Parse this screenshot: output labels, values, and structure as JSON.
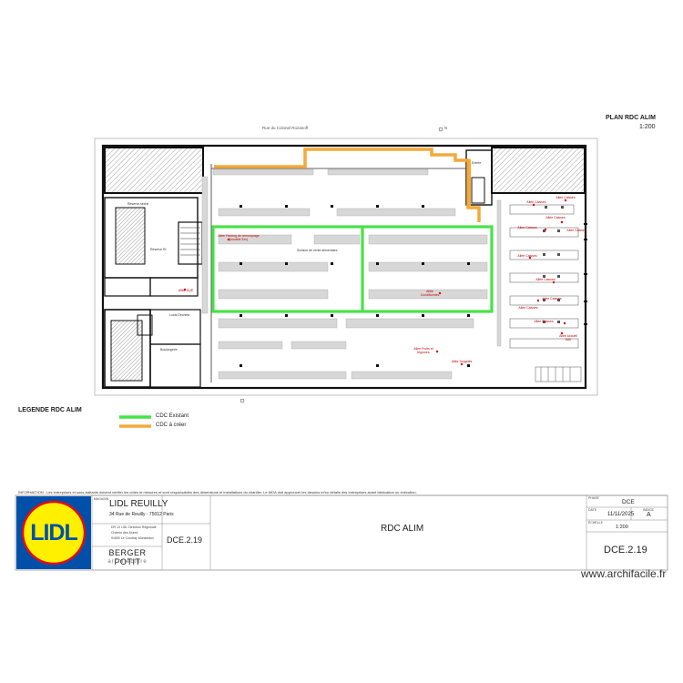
{
  "header": {
    "plan_title": "PLAN RDC ALIM",
    "plan_scale": "1:200",
    "street_top": "Rue du Colonel Rozanoff",
    "compass_top": "N"
  },
  "legend": {
    "title": "LEGENDE RDC ALIM",
    "items": [
      {
        "label": "CDC Existant",
        "color": "#47e347"
      },
      {
        "label": "CDC à créer",
        "color": "#f4a93a"
      }
    ]
  },
  "plan": {
    "wall_color": "#111111",
    "grid_color": "#b5b5b5",
    "rooms": [
      {
        "label": "Réserve sèche"
      },
      {
        "label": "Réserve RI"
      },
      {
        "label": "Boulangerie"
      },
      {
        "label": "Local Déchets"
      },
      {
        "label": "Surface de vente alimentaire"
      },
      {
        "label": "Entrée"
      }
    ],
    "annotations": [
      {
        "text": "Allée Parking de remorquage (modèle Em)"
      },
      {
        "text": "Allée DQE"
      },
      {
        "text": "Allée Conditionnés"
      },
      {
        "text": "Allée Fruits et légumes"
      },
      {
        "text": "Allée Surgelés"
      },
      {
        "text": "Allée Caisses"
      },
      {
        "text": "Allée Caisses"
      },
      {
        "text": "Allée Caisses"
      },
      {
        "text": "Allée Caisses"
      },
      {
        "text": "Allée Caisses"
      },
      {
        "text": "Allée Caisses"
      },
      {
        "text": "Allée Caisses"
      },
      {
        "text": "Allée Caisses"
      },
      {
        "text": "Allée Caisses"
      },
      {
        "text": "Allée Caisses"
      },
      {
        "text": "Allée Accueil SAV"
      }
    ]
  },
  "titleblock": {
    "info_line": "INFORMATION : Les entreprises et sous-traitants doivent vérifier les côtes et mesures et sont responsables des dimensions et installations du chantier. Le MOA doit approuver les dessins et/ou détails des entreprises avant fabrication ou exécution.",
    "magasin_label": "MAGASIN",
    "store_name": "LIDL REUILLY",
    "store_address": "34 Rue de Reuilly - 75012 Paris",
    "client_lines": [
      "DR 10 LIDL Direction Régionale",
      "Chemin des Mures",
      "91830 Le Coudray Montceaux"
    ],
    "doc_code_left": "DCE.2.19",
    "architect_name": "BERGER POTIT",
    "architect_sub": "architecture",
    "drawing_title": "RDC ALIM",
    "phase_label": "PHASE",
    "phase": "DCE",
    "date_label": "DATE",
    "date": "11/11/2025",
    "index_label": "INDICE",
    "index": "A",
    "scale_label": "ÉCHELLE",
    "scale": "1:200",
    "doc_code_right": "DCE.2.19",
    "logo_text": "LIDL",
    "brand_colors": {
      "blue": "#0050aa",
      "yellow": "#fff000",
      "red": "#e60a14"
    }
  },
  "watermark": "www.archifacile.fr"
}
